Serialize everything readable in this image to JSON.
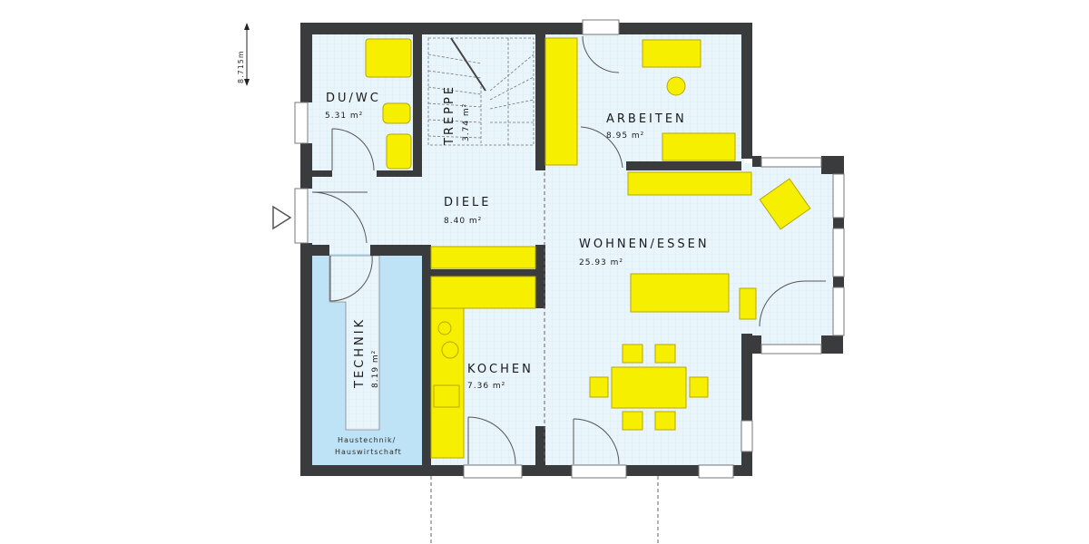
{
  "dimension": {
    "label": "8.715m"
  },
  "rooms": [
    {
      "name": "DU/WC",
      "area": "5.31 m²"
    },
    {
      "name": "TREPPE",
      "area": "3.74 m²"
    },
    {
      "name": "ARBEITEN",
      "area": "8.95 m²"
    },
    {
      "name": "DIELE",
      "area": "8.40 m²"
    },
    {
      "name": "WOHNEN/ESSEN",
      "area": "25.93 m²"
    },
    {
      "name": "TECHNIK",
      "area": "8.19 m²",
      "note_line1": "Haustechnik/",
      "note_line2": "Hauswirtschaft"
    },
    {
      "name": "KOCHEN",
      "area": "7.36 m²"
    }
  ],
  "colors": {
    "wall": "#3a3b3d",
    "floor": "#eaf5fb",
    "technik": "#bfe3f6",
    "furniture": "#f6f000"
  }
}
